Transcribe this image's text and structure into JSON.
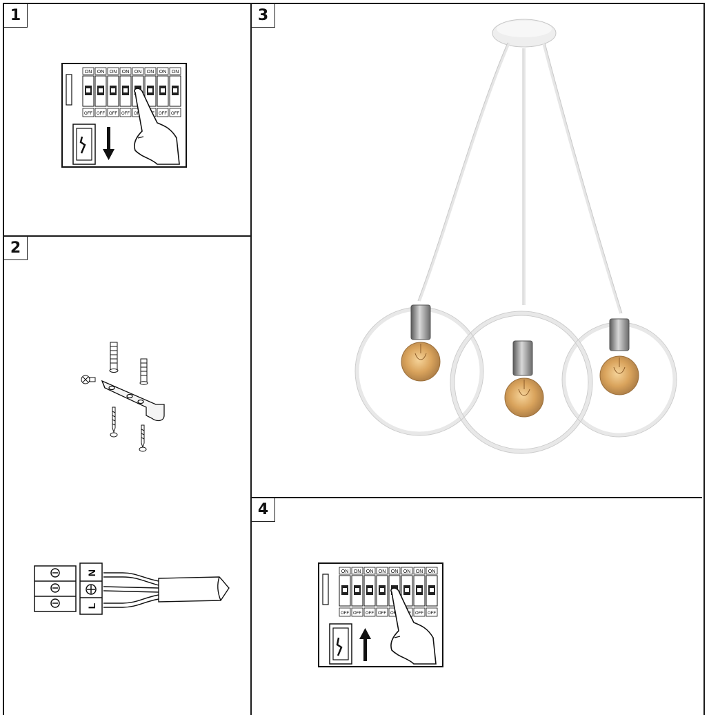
{
  "steps": [
    {
      "number": "1"
    },
    {
      "number": "2"
    },
    {
      "number": "3"
    },
    {
      "number": "4"
    }
  ],
  "breaker": {
    "on_label": "ON",
    "off_label": "OFF"
  },
  "terminal": {
    "labels": [
      "N",
      "L"
    ]
  },
  "icons": {
    "step1": [
      "breaker-panel-icon",
      "switch-off-icon",
      "arrow-down-icon",
      "hand-pointing-icon"
    ],
    "step2": [
      "mounting-bracket-icon",
      "wall-plug-icon",
      "screw-icon",
      "terminal-block-icon",
      "cable-icon"
    ],
    "step3": [
      "pendant-lamp-icon"
    ],
    "step4": [
      "breaker-panel-icon",
      "switch-on-icon",
      "arrow-up-icon",
      "hand-pointing-icon"
    ]
  }
}
